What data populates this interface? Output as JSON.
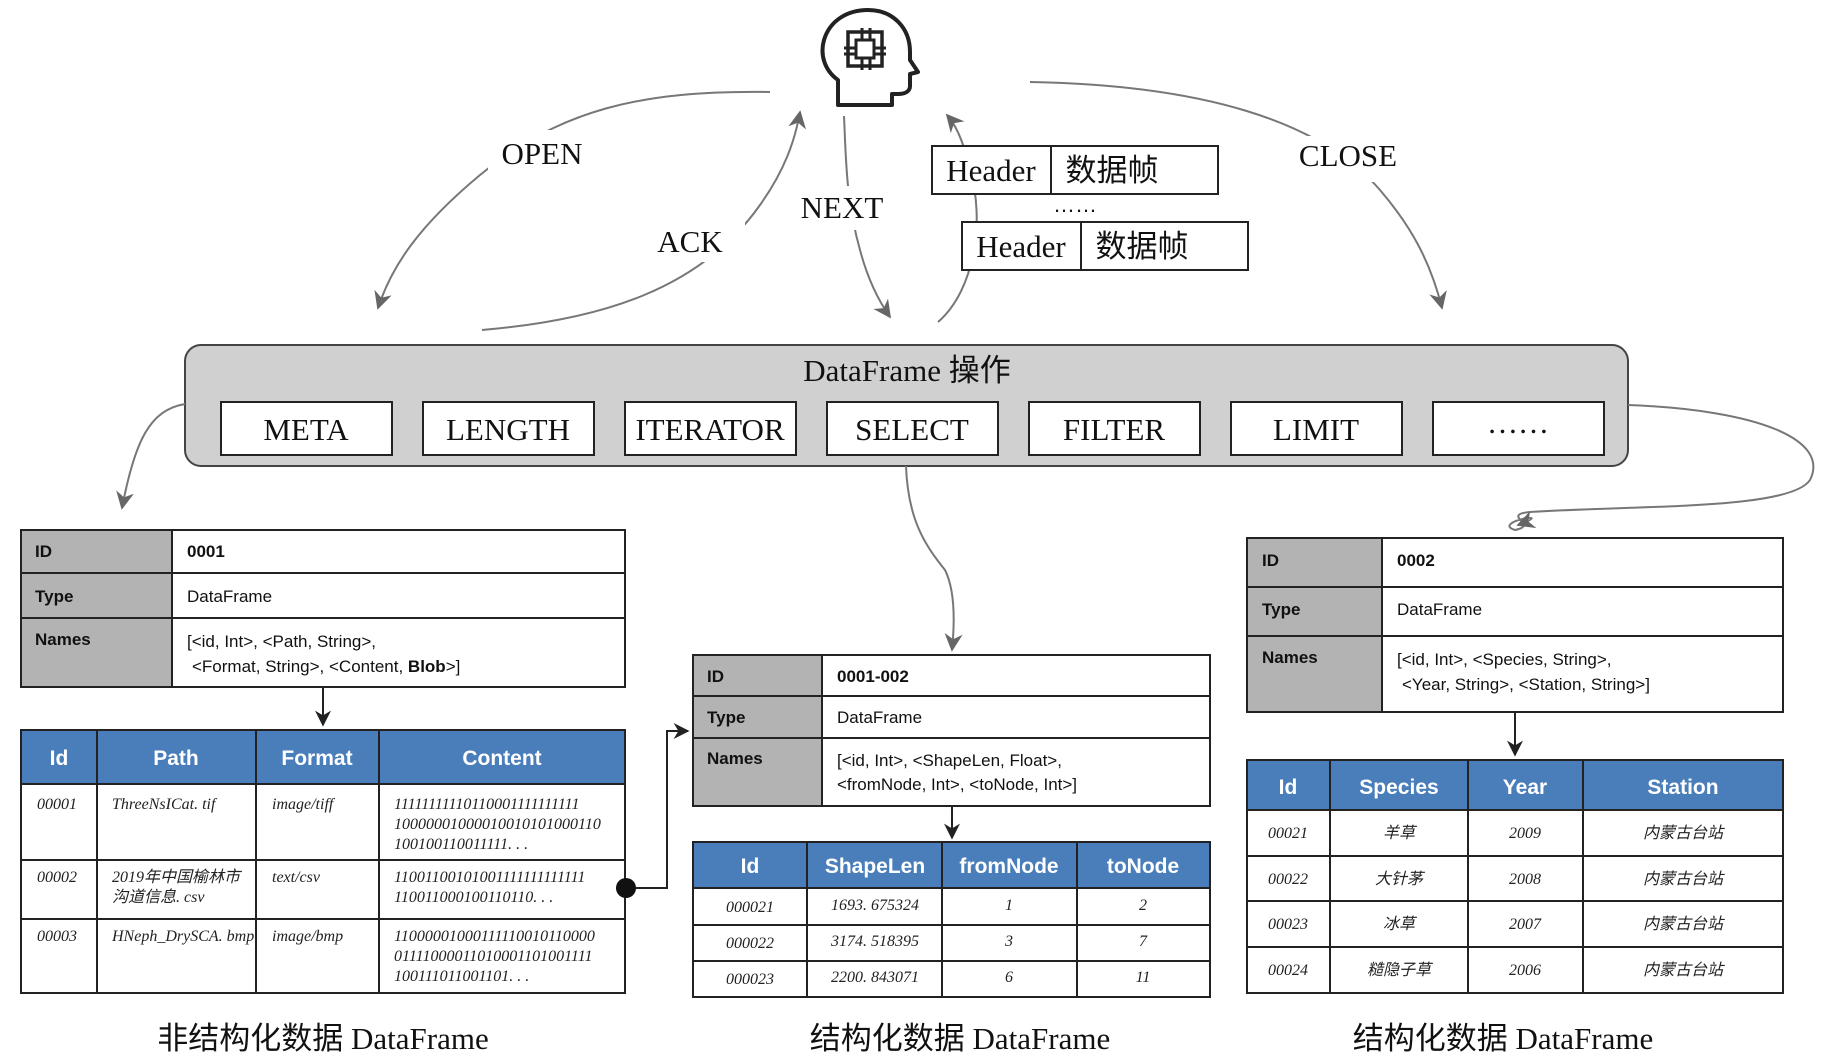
{
  "flow_labels": {
    "open": "OPEN",
    "ack": "ACK",
    "next": "NEXT",
    "close": "CLOSE"
  },
  "frames": {
    "header": "Header",
    "body": "数据帧",
    "ellipsis": "……"
  },
  "operations": {
    "title": "DataFrame 操作",
    "items": [
      "META",
      "LENGTH",
      "ITERATOR",
      "SELECT",
      "FILTER",
      "LIMIT",
      "……"
    ]
  },
  "left": {
    "meta": {
      "id_key": "ID",
      "id_value": "0001",
      "type_key": "Type",
      "type_value": "DataFrame",
      "names_key": "Names",
      "names_line1": "[<id, Int>,  <Path, String>,",
      "names_line2a": "<Format, String>,  <Content, ",
      "names_line2b": "Blob",
      "names_line2c": ">]"
    },
    "columns": [
      "Id",
      "Path",
      "Format",
      "Content"
    ],
    "rows": [
      {
        "id": "00001",
        "path": [
          "ThreeNsICat. tif"
        ],
        "format": "image/tiff",
        "content": [
          "11111111110110001111111111",
          "10000001000010010101000110",
          "100100110011111. . ."
        ]
      },
      {
        "id": "00002",
        "path": [
          "2019年中国榆林市",
          "沟道信息. csv"
        ],
        "format": "text/csv",
        "content": [
          "11001100101001111111111111",
          "110011000100110110. . ."
        ]
      },
      {
        "id": "00003",
        "path": [
          "HNeph_DrySCA. bmp"
        ],
        "format": "image/bmp",
        "content": [
          "11000001000111110010110000",
          "01111000011010001101001111",
          "100111011001101. . ."
        ]
      }
    ],
    "caption": "非结构化数据 DataFrame"
  },
  "middle": {
    "meta": {
      "id_key": "ID",
      "id_value": "0001-002",
      "type_key": "Type",
      "type_value": "DataFrame",
      "names_key": "Names",
      "names_line1": "[<id, Int>,  <ShapeLen, Float>,",
      "names_line2": "<fromNode, Int>,  <toNode, Int>]"
    },
    "columns": [
      "Id",
      "ShapeLen",
      "fromNode",
      "toNode"
    ],
    "rows": [
      [
        "000021",
        "1693. 675324",
        "1",
        "2"
      ],
      [
        "000022",
        "3174. 518395",
        "3",
        "7"
      ],
      [
        "000023",
        "2200. 843071",
        "6",
        "11"
      ]
    ],
    "caption": "结构化数据 DataFrame"
  },
  "right": {
    "meta": {
      "id_key": "ID",
      "id_value": "0002",
      "type_key": "Type",
      "type_value": "DataFrame",
      "names_key": "Names",
      "names_line1": "[<id, Int>,  <Species, String>,",
      "names_line2": "<Year, String>,  <Station, String>]"
    },
    "columns": [
      "Id",
      "Species",
      "Year",
      "Station"
    ],
    "rows": [
      [
        "00021",
        "羊草",
        "2009",
        "内蒙古台站"
      ],
      [
        "00022",
        "大针茅",
        "2008",
        "内蒙古台站"
      ],
      [
        "00023",
        "冰草",
        "2007",
        "内蒙古台站"
      ],
      [
        "00024",
        "糙隐子草",
        "2006",
        "内蒙古台站"
      ]
    ],
    "caption": "结构化数据 DataFrame"
  },
  "colors": {
    "table_header": "#4a7ebb",
    "meta_key_bg": "#b3b3b3",
    "ops_panel_bg": "#d0d0d0",
    "connector": "#777777"
  },
  "icons": {
    "client": "brain-head-icon"
  }
}
